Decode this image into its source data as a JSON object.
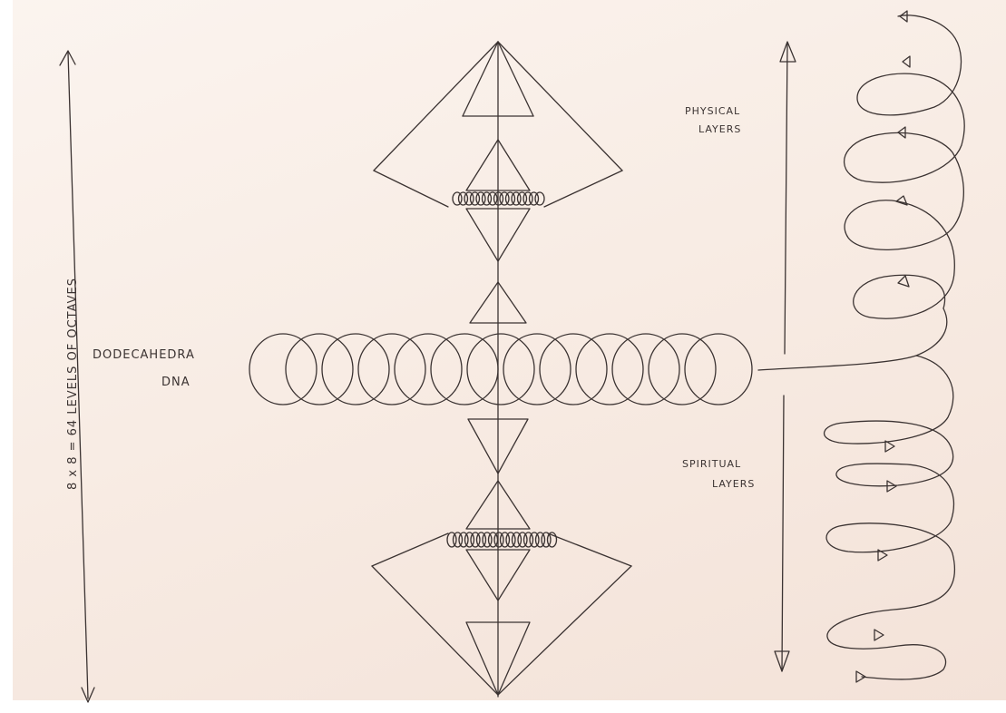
{
  "labels": {
    "octaves": "8 x 8 = 64 LEVELS OF OCTAVES",
    "dodecahedra_line1": "DODECAHEDRA",
    "dodecahedra_line2": "DNA",
    "physical_line1": "PHYSICAL",
    "physical_line2": "LAYERS",
    "spiritual_line1": "SPIRITUAL",
    "spiritual_line2": "LAYERS"
  },
  "colors": {
    "paper": "#f8ece4",
    "ink": "#3b3332"
  }
}
